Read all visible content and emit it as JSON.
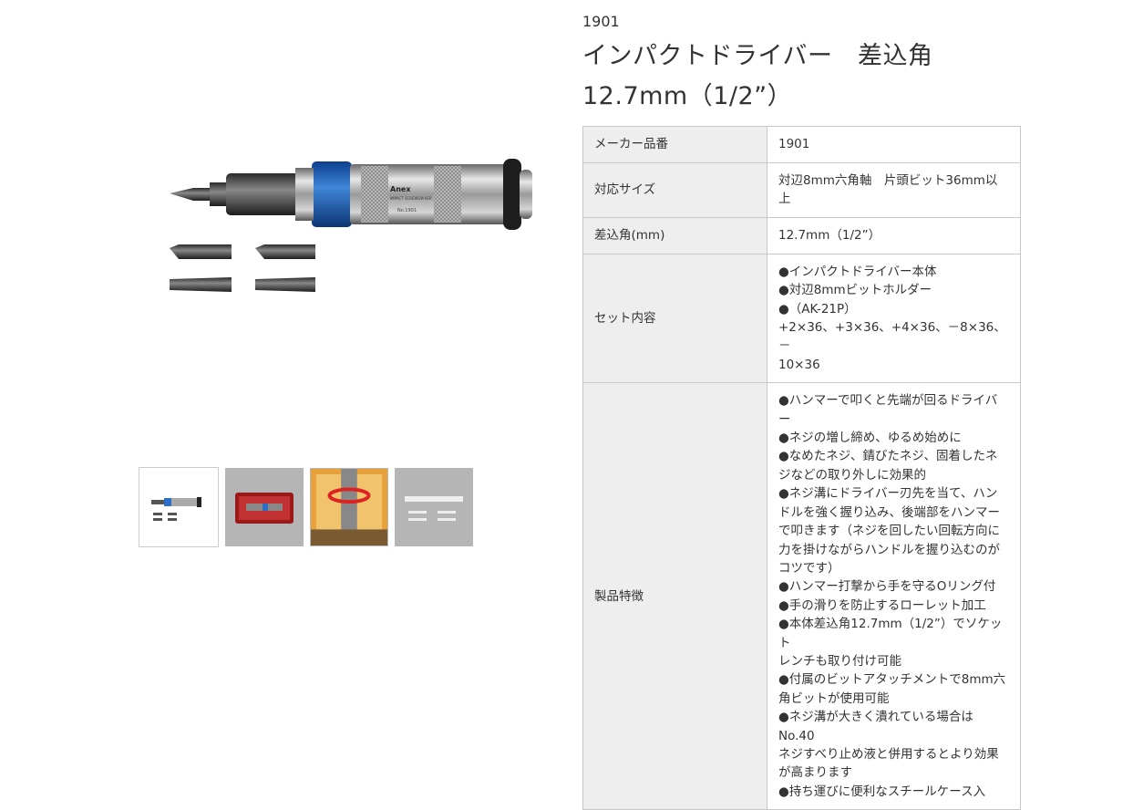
{
  "product": {
    "code": "1901",
    "title": "インパクトドライバー　差込角12.7mm（1/2”）"
  },
  "gallery": {
    "main_alt": "Anex IMPACT SCREWDRIVER No.1901",
    "engraving_brand": "Anex",
    "engraving_model": "IMPACT SCREWDRIVER",
    "engraving_no": "No.1901",
    "thumbnails": [
      {
        "label": "main"
      },
      {
        "label": "case"
      },
      {
        "label": "usage"
      },
      {
        "label": "dimensions"
      }
    ]
  },
  "spec": [
    {
      "key": "メーカー品番",
      "lines": [
        "1901"
      ]
    },
    {
      "key": "対応サイズ",
      "lines": [
        "対辺8mm六角軸　片頭ビット36mm以上"
      ]
    },
    {
      "key": "差込角(mm)",
      "lines": [
        "12.7mm（1/2”）"
      ]
    },
    {
      "key": "セット内容",
      "lines": [
        "●インパクトドライバー本体",
        "●対辺8mmビットホルダー",
        "●（AK-21P）",
        "+2×36、+3×36、+4×36、－8×36、－",
        "10×36"
      ]
    },
    {
      "key": "製品特徴",
      "lines": [
        "●ハンマーで叩くと先端が回るドライバ",
        "ー",
        "●ネジの増し締め、ゆるめ始めに",
        "●なめたネジ、錆びたネジ、固着したネ",
        "ジなどの取り外しに効果的",
        "●ネジ溝にドライバー刃先を当て、ハン",
        "ドルを強く握り込み、後端部をハンマー",
        "で叩きます（ネジを回したい回転方向に",
        "力を掛けながらハンドルを握り込むのが",
        "コツです）",
        "●ハンマー打撃から手を守るOリング付",
        "●手の滑りを防止するローレット加工",
        "●本体差込角12.7mm（1/2”）でソケット",
        "レンチも取り付け可能",
        "●付属のビットアタッチメントで8mm六",
        "角ビットが使用可能",
        "●ネジ溝が大きく潰れている場合はNo.40",
        "ネジすべり止め液と併用するとより効果",
        "が高まります",
        "●持ち運びに便利なスチールケース入"
      ]
    }
  ]
}
